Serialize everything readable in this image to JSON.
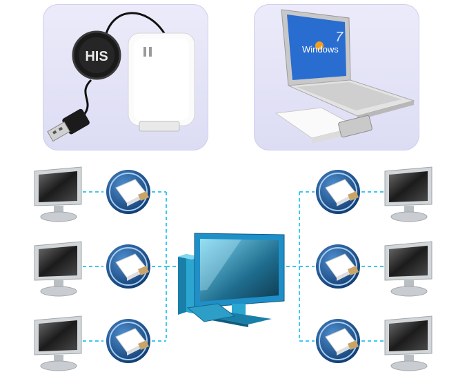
{
  "colors": {
    "panel_bg": "#e4e4f7",
    "connector_line": "#3cc8f0",
    "adapter_ring": "#1d4f86",
    "monitor_frame": "#cfd3d6",
    "main_monitor_frame": "#1f8fc7"
  },
  "top_left_panel": {
    "cable_badge_text": "HIS"
  },
  "top_right_panel": {
    "os_logo_text": "Windows",
    "os_version": "7"
  },
  "network": {
    "left_branches": 3,
    "right_branches": 3
  }
}
